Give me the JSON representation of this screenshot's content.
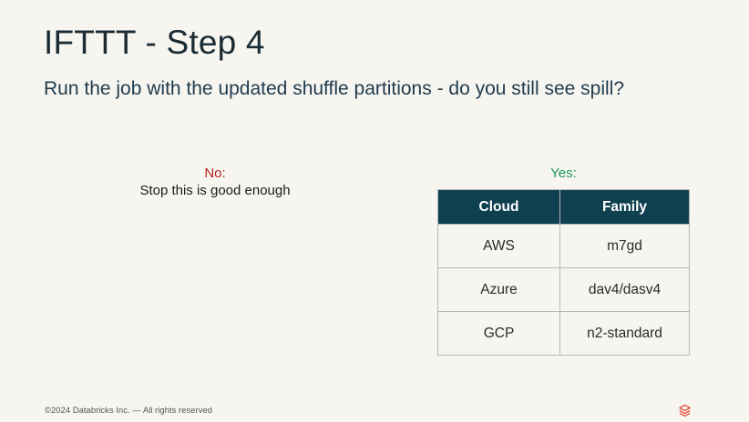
{
  "slide": {
    "title": "IFTTT - Step 4",
    "subtitle": "Run the job with the updated shuffle partitions - do you still see spill?"
  },
  "no_option": {
    "label": "No:",
    "text": "Stop this is good enough"
  },
  "yes_option": {
    "label": "Yes:",
    "table": {
      "headers": [
        "Cloud",
        "Family"
      ],
      "rows": [
        [
          "AWS",
          "m7gd"
        ],
        [
          "Azure",
          "dav4/dasv4"
        ],
        [
          "GCP",
          "n2-standard"
        ]
      ]
    }
  },
  "footer": {
    "copyright": "©2024 Databricks Inc. — All rights reserved",
    "logo_icon": "databricks-logo-icon"
  },
  "colors": {
    "background": "#f6f5f0",
    "title": "#1b2b33",
    "subtitle": "#1f3a4d",
    "no_label": "#b0221f",
    "yes_label": "#1f9a5a",
    "table_header": "#0f4050",
    "logo": "#e0533a"
  }
}
